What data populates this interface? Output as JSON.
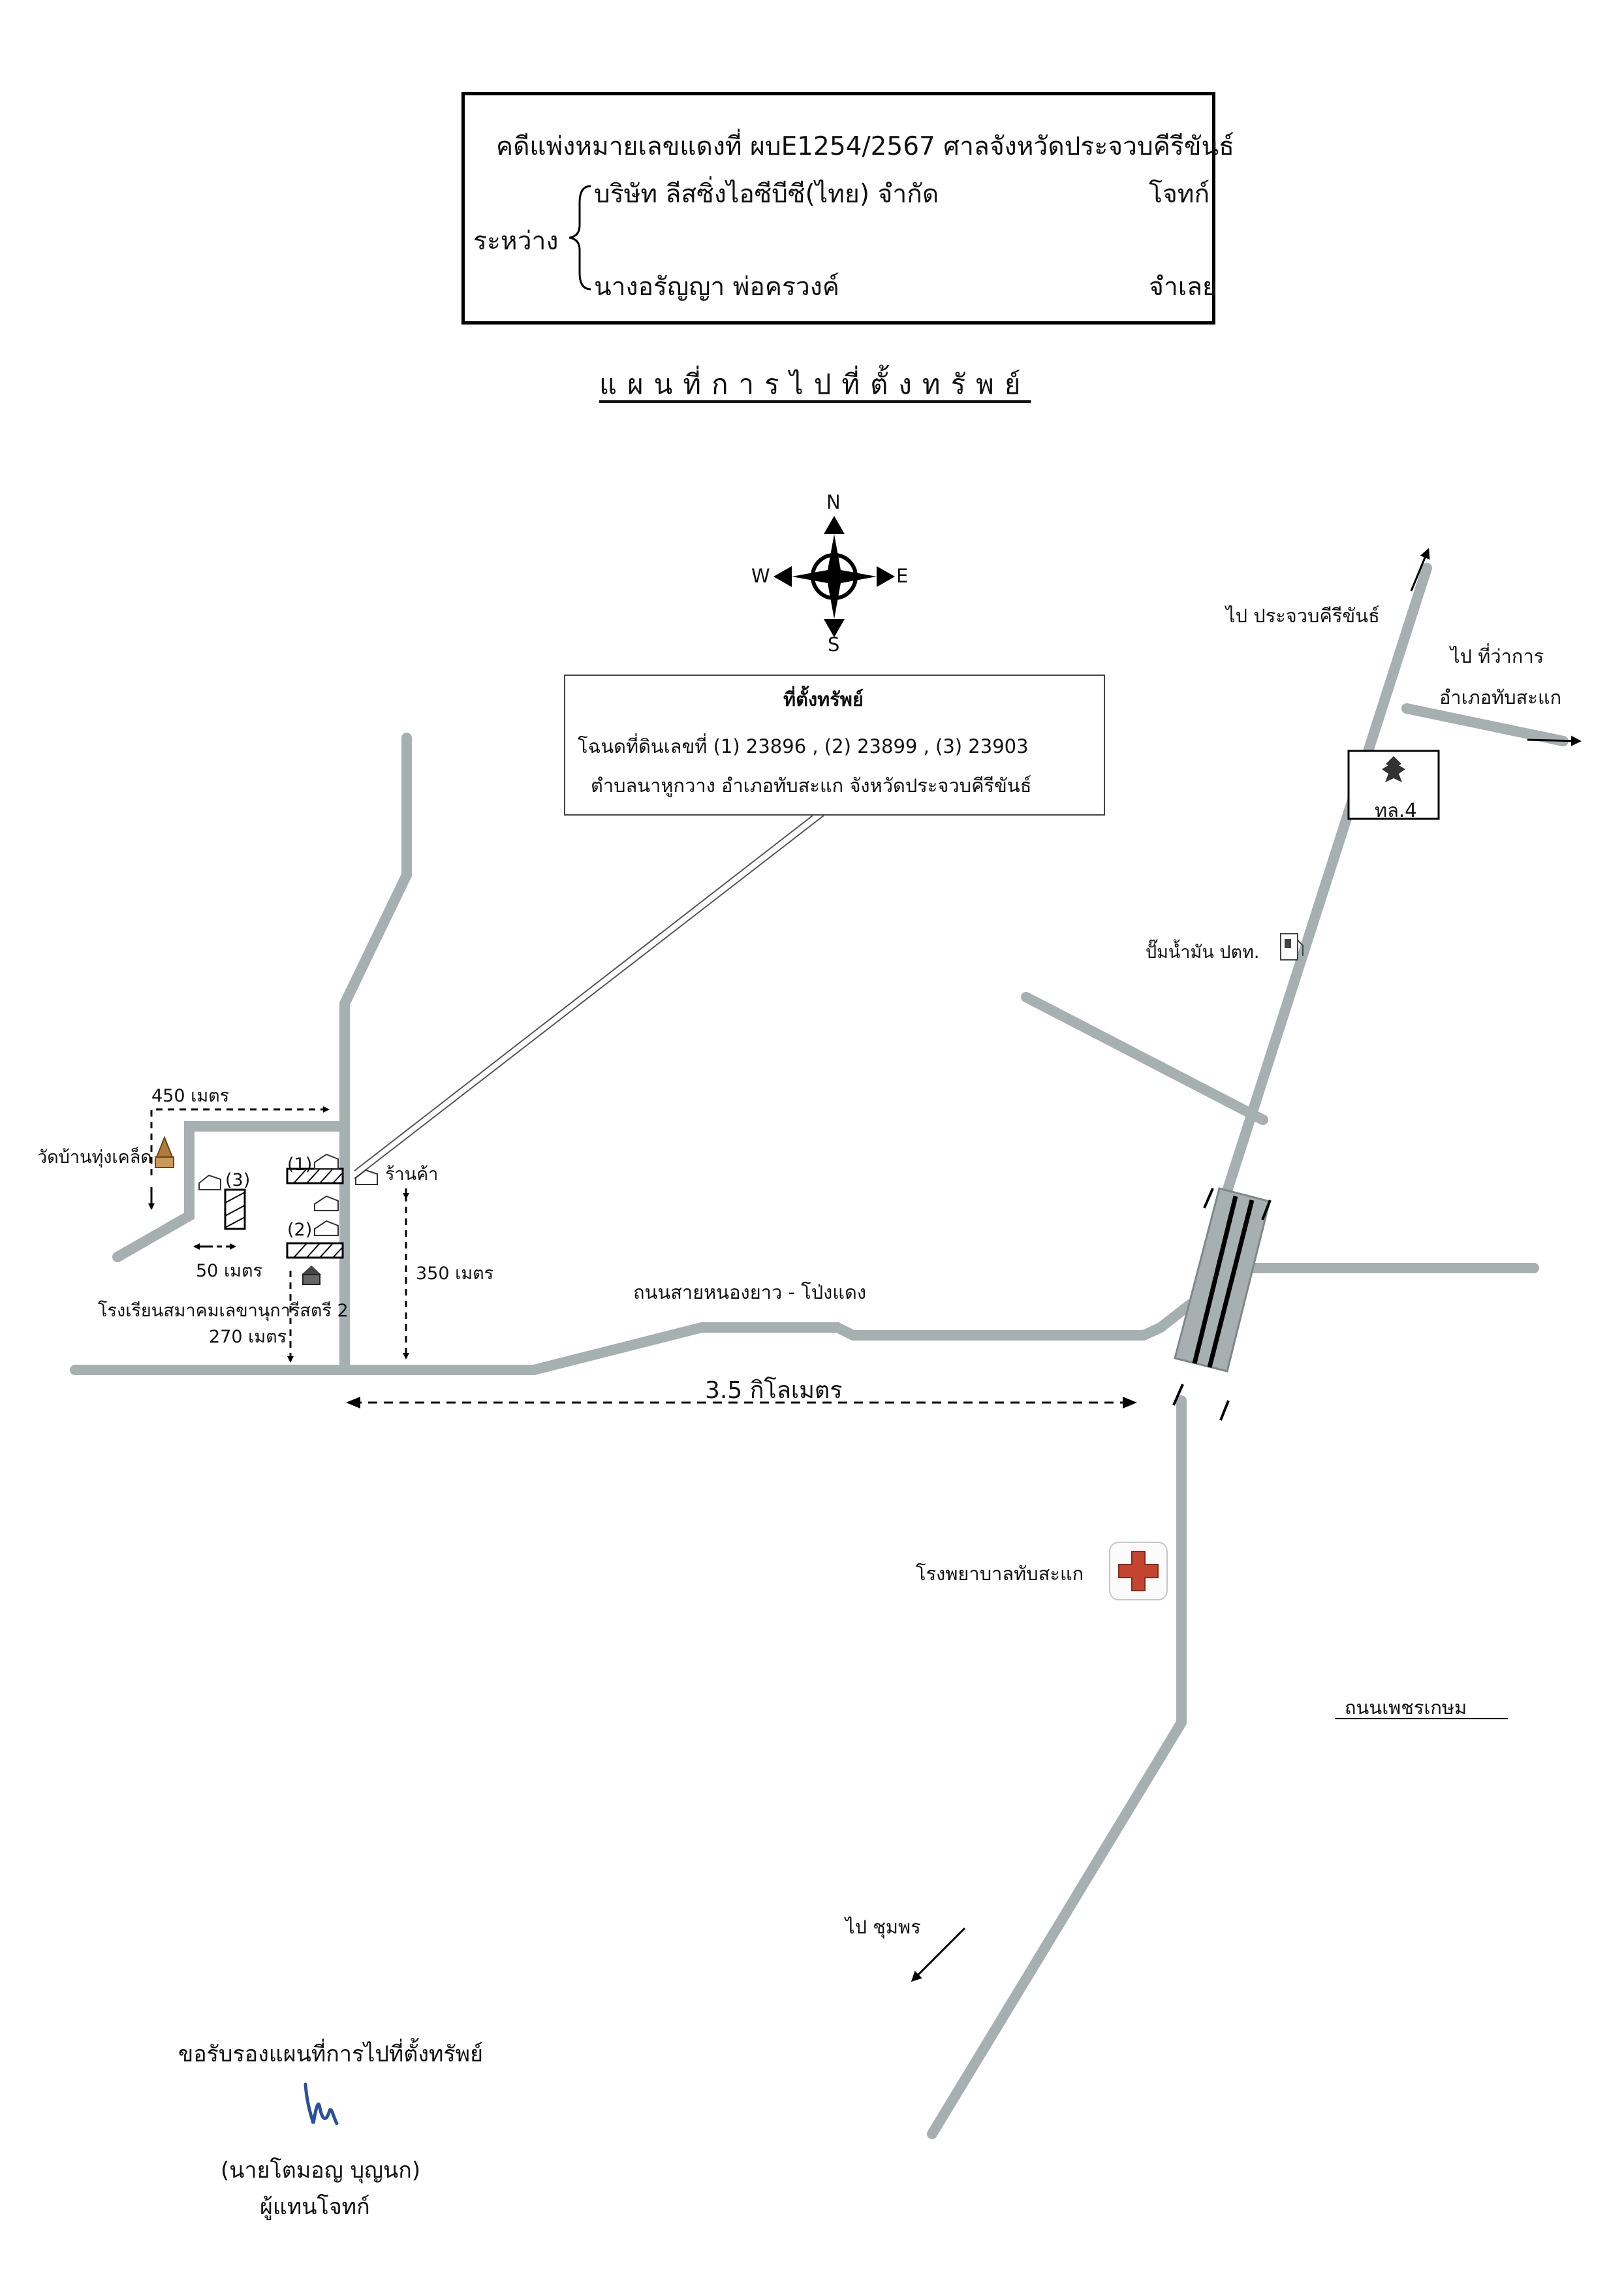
{
  "header": {
    "case_line": "คดีแพ่งหมายเลขแดงที่  ผบE1254/2567   ศาลจังหวัดประจวบคีรีขันธ์",
    "between": "ระหว่าง",
    "plaintiff_name": "บริษัท ลีสซิ่งไอซีบีซี(ไทย) จำกัด",
    "plaintiff_role": "โจทก์",
    "defendant_name": "นางอรัญญา  พ่อครวงค์",
    "defendant_role": "จำเลย"
  },
  "title": "แผนที่การไปที่ตั้งทรัพย์",
  "compass": {
    "n": "N",
    "s": "S",
    "e": "E",
    "w": "W"
  },
  "location_box": {
    "heading": "ที่ตั้งทรัพย์",
    "deeds": "โฉนดที่ดินเลขที่ (1) 23896  , (2) 23899  , (3) 23903",
    "address": "ตำบลนาหูกวาง  อำเภอทับสะแก  จังหวัดประจวบคีรีขันธ์"
  },
  "labels": {
    "to_prachuap": "ไป ประจวบคีรีขันธ์",
    "to_district_office_1": "ไป ที่ว่าการ",
    "to_district_office_2": "อำเภอทับสะแก",
    "highway_sign": "ทล.4",
    "gas_station": "ปั๊มน้ำมัน ปตท.",
    "dist_450": "450 เมตร",
    "temple": "วัดบ้านทุ่งเคล็ด",
    "parcel_1": "(1)",
    "parcel_2": "(2)",
    "parcel_3": "(3)",
    "shop": "ร้านค้า",
    "dist_50": "50 เมตร",
    "dist_350": "350 เมตร",
    "school": "โรงเรียนสมาคมเลขานุการีสตรี 2",
    "dist_270": "270 เมตร",
    "road_name": "ถนนสายหนองยาว - โป่งแดง",
    "dist_3_5": "3.5 กิโลเมตร",
    "hospital": "โรงพยาบาลทับสะแก",
    "phetkasem": "ถนนเพชรเกษม",
    "to_chumphon": "ไป ชุมพร"
  },
  "signature": {
    "certify": "ขอรับรองแผนที่การไปที่ตั้งทรัพย์",
    "name": "(นายโตมอญ    บุญนก)",
    "role": "ผู้แทนโจทก์"
  },
  "colors": {
    "road": "#a6b0b0",
    "road_dark": "#8e9898",
    "cross": "#c4452f",
    "ink": "#000000",
    "signature_ink": "#2a4fa0"
  }
}
